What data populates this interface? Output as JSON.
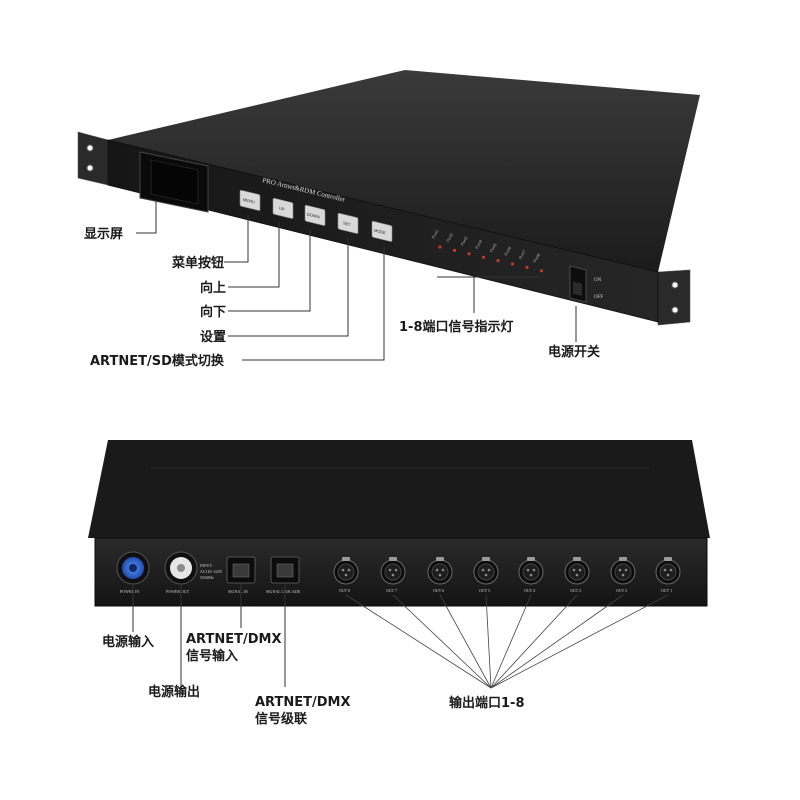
{
  "front": {
    "brand": "PRO Artnet&RDM Controller",
    "buttons": [
      "MENU",
      "UP",
      "DOWN",
      "SET",
      "MODE"
    ],
    "leds": [
      "Port1",
      "Port2",
      "Port3",
      "Port4",
      "Port5",
      "Port6",
      "Port7",
      "Port8"
    ],
    "switch_on": "ON",
    "switch_off": "OFF"
  },
  "front_labels": {
    "display": "显示屏",
    "menu_button": "菜单按钮",
    "up": "向上",
    "down": "向下",
    "set": "设置",
    "mode_switch": "ARTNET/SD模式切换",
    "indicators": "1-8端口信号指示灯",
    "power_switch": "电源开关"
  },
  "back": {
    "power_in": "POWER IN",
    "power_out": "POWER OUT",
    "input_spec_1": "INPUT:",
    "input_spec_2": "AC110~220V",
    "input_spec_3": "50/60Hz",
    "signal_in": "SIGNAL IN",
    "signal_cascade": "SIGNAL CASCADE",
    "outputs": [
      "OUT 8",
      "OUT 7",
      "OUT 6",
      "OUT 5",
      "OUT 4",
      "OUT 3",
      "OUT 2",
      "OUT 1"
    ]
  },
  "back_labels": {
    "power_input": "电源输入",
    "power_output": "电源输出",
    "artnet_in_1": "ARTNET/DMX",
    "artnet_in_2": "信号输入",
    "artnet_cascade_1": "ARTNET/DMX",
    "artnet_cascade_2": "信号级联",
    "outputs_1_8": "输出端口1-8"
  },
  "colors": {
    "chassis": "#1e1e1e",
    "chassis_top": "#2b2b2b",
    "power_in_connector": "#2f63c7",
    "led": "#c0392b"
  }
}
